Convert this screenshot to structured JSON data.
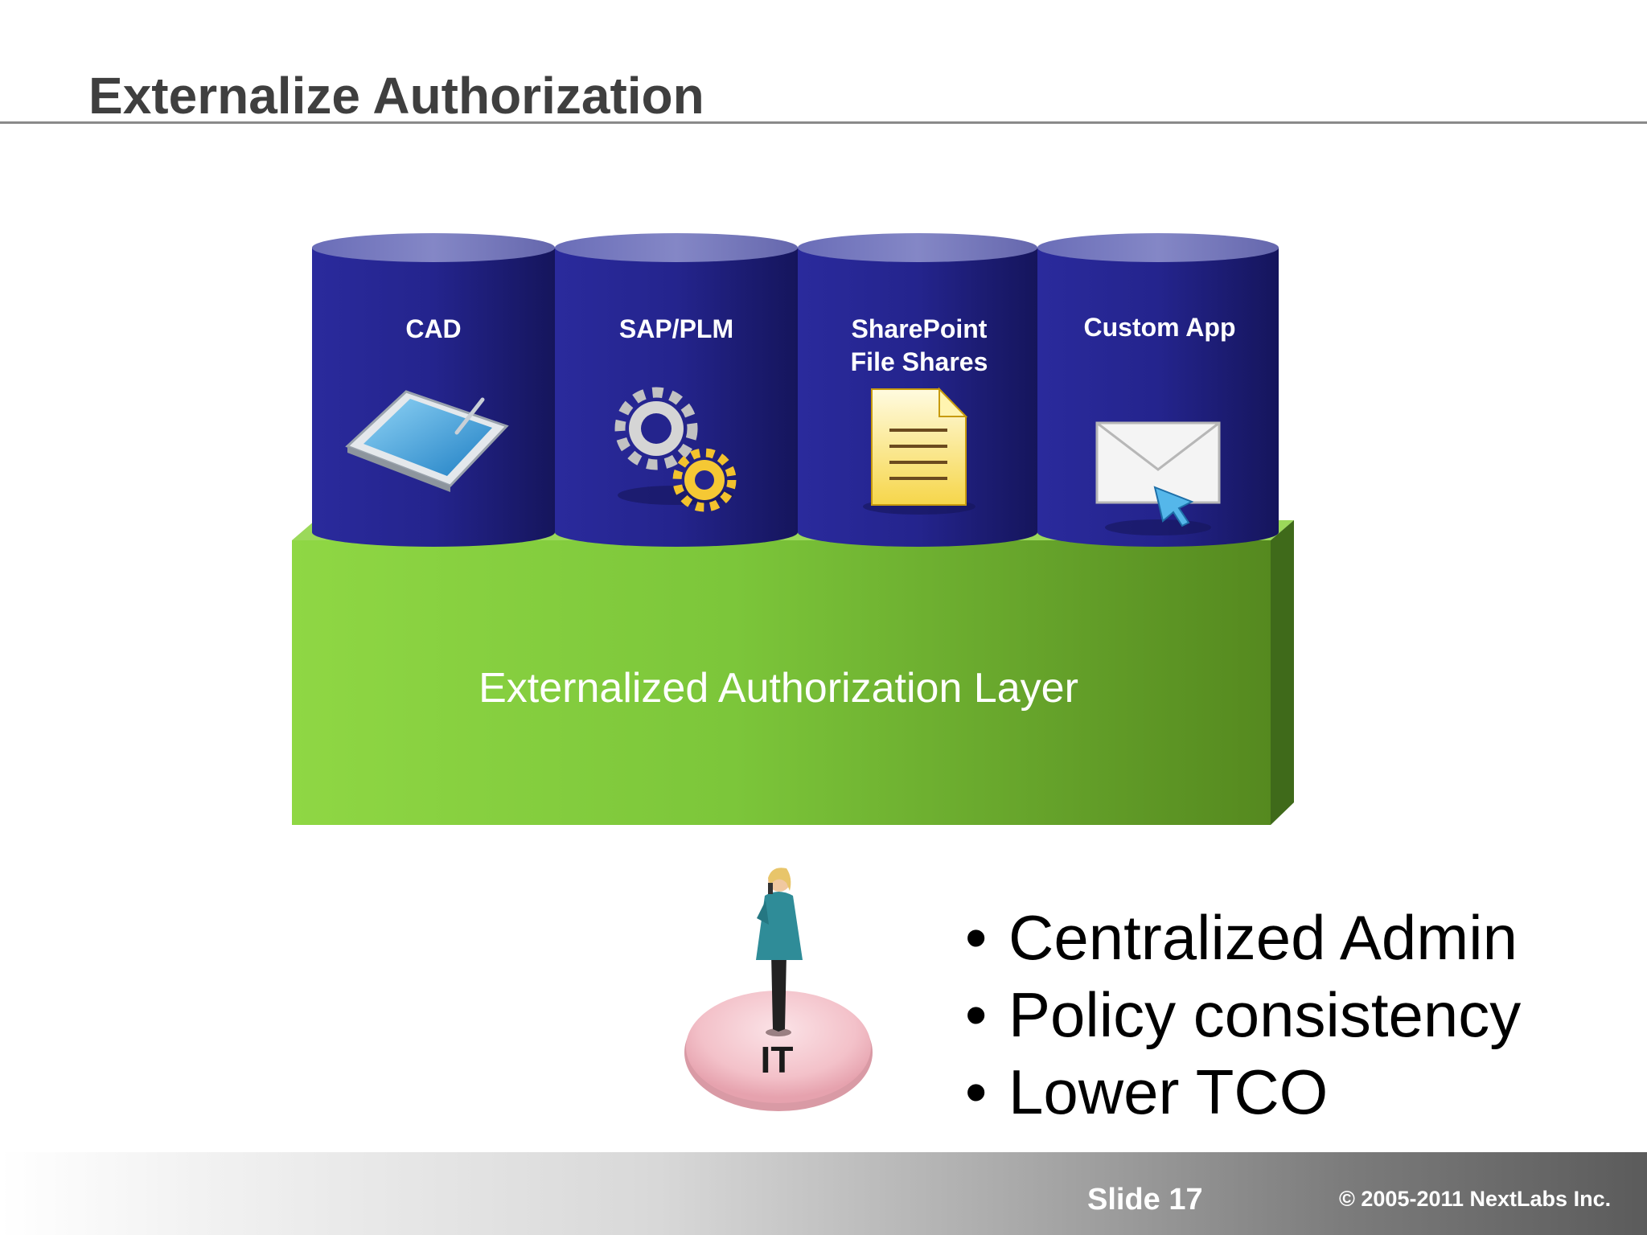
{
  "slide": {
    "title": "Externalize Authorization"
  },
  "diagram": {
    "layer_label": "Externalized Authorization Layer",
    "cylinders": [
      {
        "line1": "CAD",
        "line2": "",
        "icon": "tablet-icon"
      },
      {
        "line1": "SAP/PLM",
        "line2": "",
        "icon": "gears-icon"
      },
      {
        "line1": "SharePoint",
        "line2": "File Shares",
        "icon": "document-icon"
      },
      {
        "line1": "Custom App",
        "line2": "",
        "icon": "envelope-cursor-icon"
      }
    ],
    "it_label": "IT",
    "person_icon": "person-on-phone-icon"
  },
  "bullets": [
    "Centralized Admin",
    "Policy consistency",
    "Lower TCO"
  ],
  "footer": {
    "slide_number": "Slide 17",
    "copyright": "© 2005-2011 NextLabs Inc."
  },
  "colors": {
    "cylinder_body": "#23238c",
    "cylinder_top": "#7d80c0",
    "layer_green": "#7cc63a",
    "layer_dark": "#3f6a1a",
    "pedestal": "#f0c0c8"
  }
}
